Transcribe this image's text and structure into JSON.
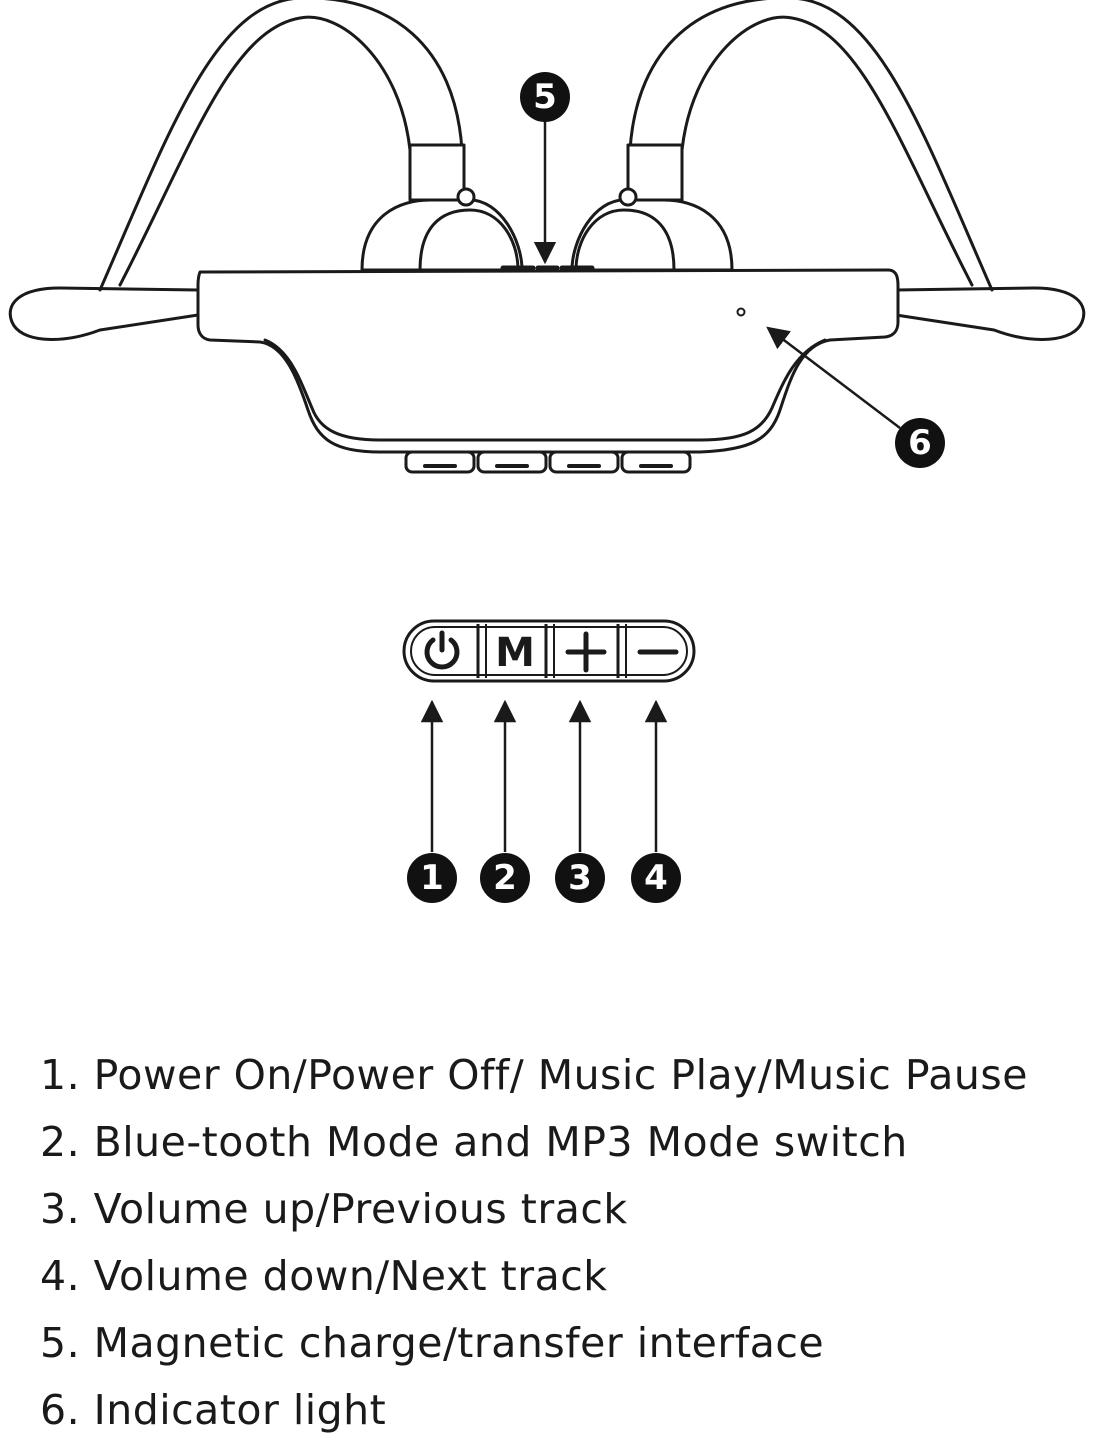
{
  "callouts": {
    "c1": "1",
    "c2": "2",
    "c3": "3",
    "c4": "4",
    "c5": "5",
    "c6": "6"
  },
  "buttons": {
    "mode_glyph": "M"
  },
  "legend": [
    "1. Power On/Power Off/ Music Play/Music Pause",
    "2. Blue-tooth Mode and MP3 Mode switch",
    "3. Volume up/Previous track",
    "4. Volume down/Next track",
    "5. Magnetic charge/transfer interface",
    "6. Indicator light"
  ],
  "icons": {
    "button_1": "power-icon",
    "button_2": "mode-m-icon",
    "button_3": "plus-icon",
    "button_4": "minus-icon"
  },
  "colors": {
    "line": "#1a1a1a",
    "badge": "#111111",
    "background": "#ffffff"
  }
}
